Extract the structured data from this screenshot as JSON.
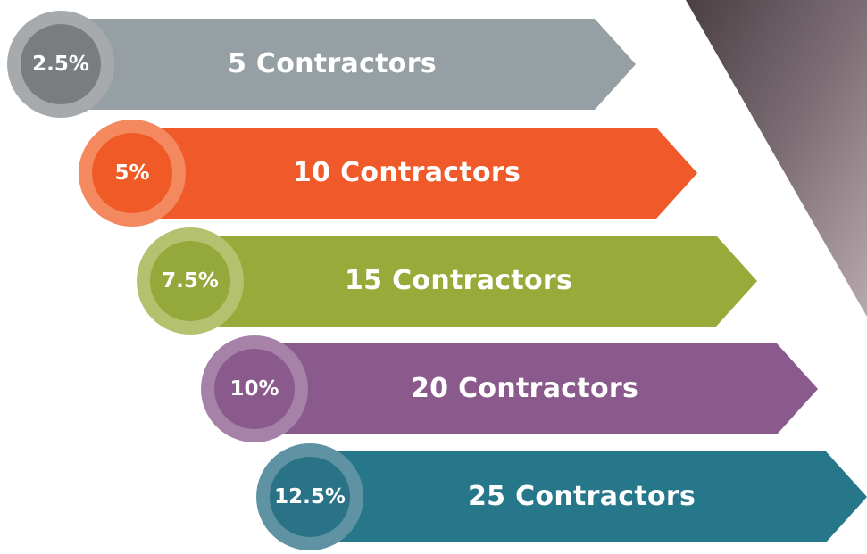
{
  "tiers": [
    {
      "percent": "2.5%",
      "label": "5 Contractors",
      "colors": {
        "arrow": "#969fa4",
        "badge_inner": "#7a7d80",
        "badge_ring": "#a7aaad"
      }
    },
    {
      "percent": "5%",
      "label": "10 Contractors",
      "colors": {
        "arrow": "#f05a2a",
        "badge_inner": "#ef5a27",
        "badge_ring": "#f4885f"
      }
    },
    {
      "percent": "7.5%",
      "label": "15 Contractors",
      "colors": {
        "arrow": "#98ab3a",
        "badge_inner": "#94a83b",
        "badge_ring": "#b4c270"
      }
    },
    {
      "percent": "10%",
      "label": "20 Contractors",
      "colors": {
        "arrow": "#8b5a8d",
        "badge_inner": "#8b5a8d",
        "badge_ring": "#a682a8"
      }
    },
    {
      "percent": "12.5%",
      "label": "25 Contractors",
      "colors": {
        "arrow": "#267789",
        "badge_inner": "#2a7386",
        "badge_ring": "#5f93a3"
      }
    }
  ],
  "photo": {
    "colors": {
      "dark": "#4a3f44",
      "mid": "#7c6d74",
      "light": "#b8a9ad"
    }
  }
}
